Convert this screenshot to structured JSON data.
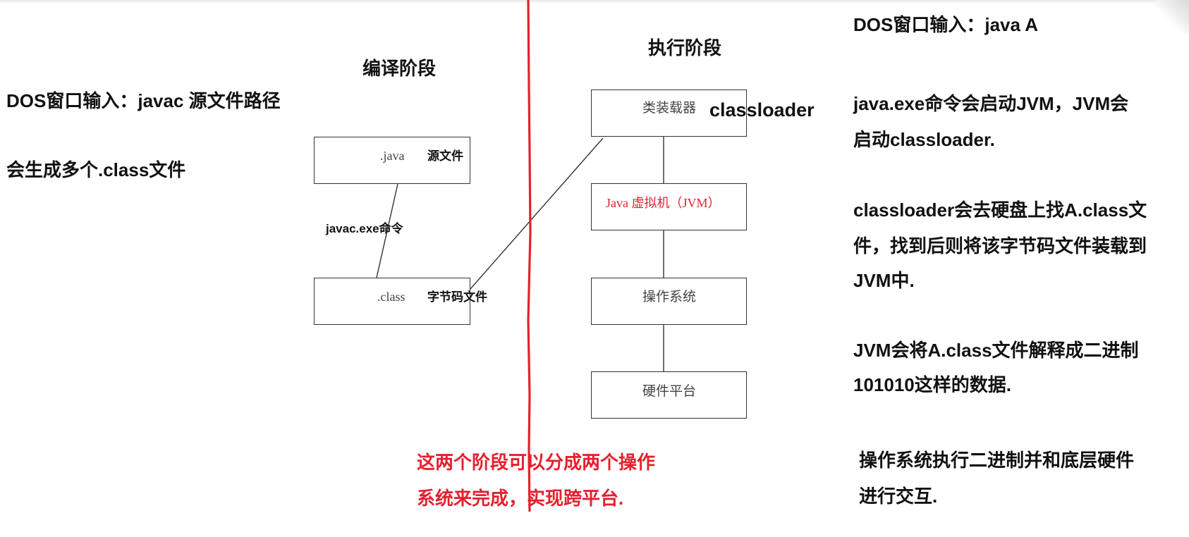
{
  "compile_stage": {
    "title": "编译阶段",
    "dos_input": "DOS窗口输入：javac 源文件路径",
    "result_note": "会生成多个.class文件",
    "source_file": {
      "name": ".java",
      "label": "源文件"
    },
    "command": "javac.exe命令",
    "bytecode_file": {
      "name": ".class",
      "label": "字节码文件"
    }
  },
  "execute_stage": {
    "title": "执行阶段",
    "dos_input": "DOS窗口输入：java A",
    "stack": [
      {
        "label": "类装载器"
      },
      {
        "label": "Java 虚拟机（JVM）"
      },
      {
        "label": "操作系统"
      },
      {
        "label": "硬件平台"
      }
    ],
    "classloader_label": "classloader",
    "notes": [
      [
        "java.exe命令会启动JVM，JVM会",
        "启动classloader."
      ],
      [
        "classloader会去硬盘上找A.class文",
        "件，找到后则将该字节码文件装载到",
        "JVM中."
      ],
      [
        "JVM会将A.class文件解释成二进制",
        "101010这样的数据."
      ],
      [
        "操作系统执行二进制并和底层硬件",
        "进行交互."
      ]
    ]
  },
  "cross_platform_note": [
    "这两个阶段可以分成两个操作",
    "系统来完成，实现跨平台."
  ],
  "colors": {
    "accent_red": "#e5202e",
    "text": "#111111",
    "box_border": "#333333",
    "box_text": "#444444"
  }
}
